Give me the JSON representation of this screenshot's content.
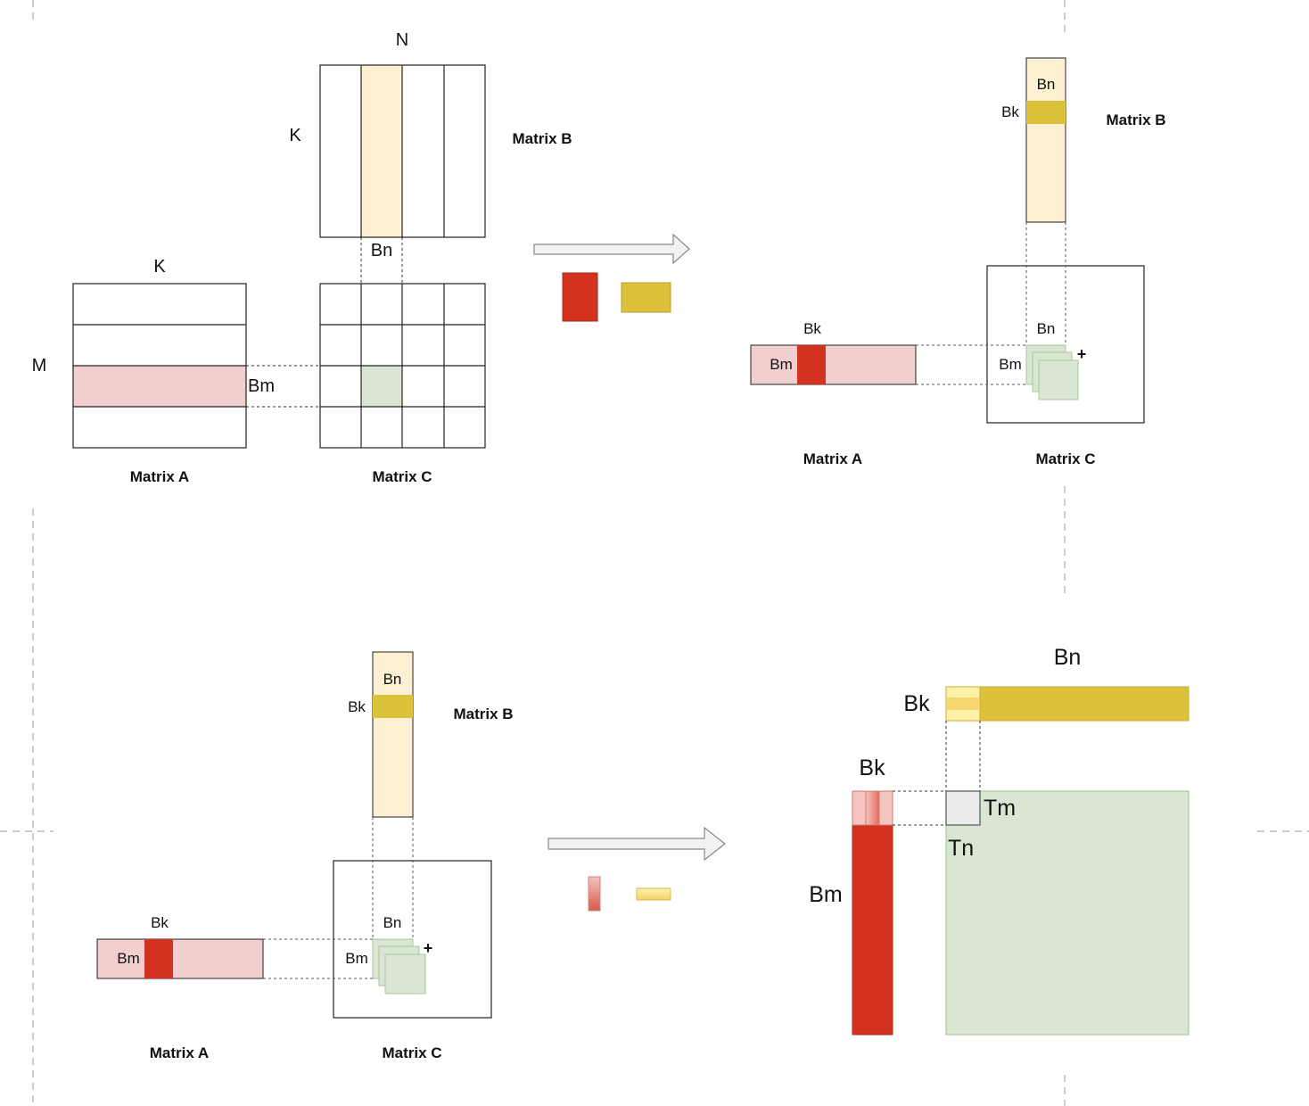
{
  "colors": {
    "a_fill": "#f1cfcf",
    "a_dark": "#d33220",
    "b_fill": "#fdf0d2",
    "b_dark": "#dcc23c",
    "c_fill": "#d8e6d3",
    "c_stroke": "#a9c79b",
    "grey_fill": "#ececec"
  },
  "panel1": {
    "n_label": "N",
    "k_label_b": "K",
    "k_label_a": "K",
    "m_label": "M",
    "bn_label": "Bn",
    "bm_label": "Bm",
    "matrix_a": "Matrix A",
    "matrix_b": "Matrix B",
    "matrix_c": "Matrix C"
  },
  "panel2": {
    "bn_top": "Bn",
    "bk_b": "Bk",
    "matrix_b": "Matrix B",
    "bk_a": "Bk",
    "bm_a": "Bm",
    "bn_c": "Bn",
    "bm_c": "Bm",
    "plus": "+",
    "matrix_a": "Matrix A",
    "matrix_c": "Matrix C"
  },
  "panel3": {
    "bn_top": "Bn",
    "bk_b": "Bk",
    "matrix_b": "Matrix B",
    "bk_a": "Bk",
    "bm_a": "Bm",
    "bn_c": "Bn",
    "bm_c": "Bm",
    "plus": "+",
    "matrix_a": "Matrix A",
    "matrix_c": "Matrix C"
  },
  "panel4": {
    "bn": "Bn",
    "bk_top": "Bk",
    "bk_left": "Bk",
    "bm": "Bm",
    "tm": "Tm",
    "tn": "Tn"
  }
}
